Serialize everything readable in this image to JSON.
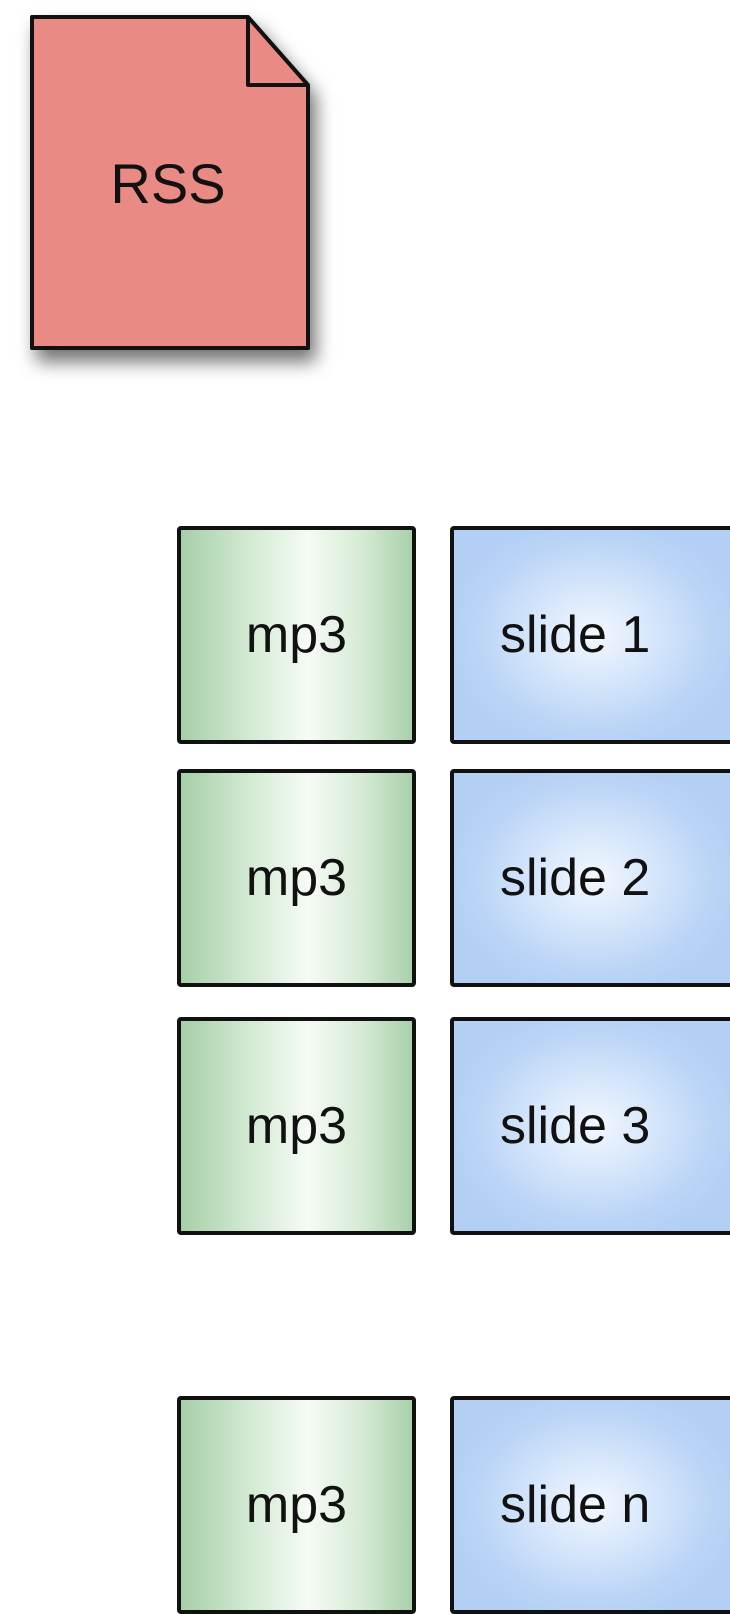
{
  "rss": {
    "label": "RSS",
    "fill_color": "#ea8a84"
  },
  "rows": [
    {
      "mp3_label": "mp3",
      "slide_label": "slide 1"
    },
    {
      "mp3_label": "mp3",
      "slide_label": "slide 2"
    },
    {
      "mp3_label": "mp3",
      "slide_label": "slide 3"
    },
    {
      "mp3_label": "mp3",
      "slide_label": "slide n"
    }
  ],
  "colors": {
    "mp3_fill": "#b7dab8",
    "slide_fill": "#b9d4f6",
    "outline": "#111111"
  }
}
